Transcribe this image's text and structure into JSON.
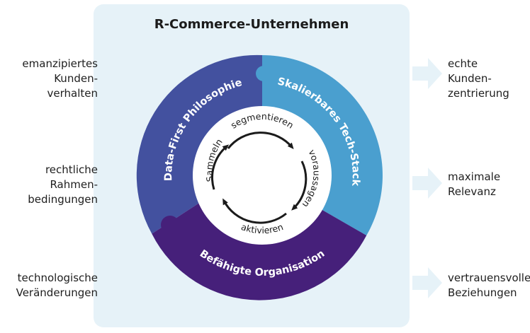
{
  "title": "R-Commerce-Unternehmen",
  "colors": {
    "panel": "#e6f2f8",
    "arrow": "#e6f2f8",
    "segment_data_first": "#43519f",
    "segment_tech_stack": "#4a9fcf",
    "segment_organisation": "#46207a",
    "cycle_stroke": "#1b1b1b"
  },
  "left_inputs": [
    {
      "line1": "emanzipiertes",
      "line2": "Kunden-",
      "line3": "verhalten"
    },
    {
      "line1": "rechtliche",
      "line2": "Rahmen-",
      "line3": "bedingungen"
    },
    {
      "line1": "technologische",
      "line2": "Veränderungen"
    }
  ],
  "right_outputs": [
    {
      "line1": "echte",
      "line2": "Kunden-",
      "line3": "zentrierung"
    },
    {
      "line1": "maximale",
      "line2": "Relevanz"
    },
    {
      "line1": "vertrauensvolle",
      "line2": "Beziehungen"
    }
  ],
  "ring_segments": {
    "data_first": "Data-First Philosophie",
    "tech_stack": "Skalierbares Tech-Stack",
    "organisation": "Befähigte Organisation"
  },
  "cycle_steps": {
    "segmentieren": "segmentieren",
    "voraussagen": "voraussagen",
    "aktivieren": "aktivieren",
    "sammeln": "Sammeln"
  }
}
